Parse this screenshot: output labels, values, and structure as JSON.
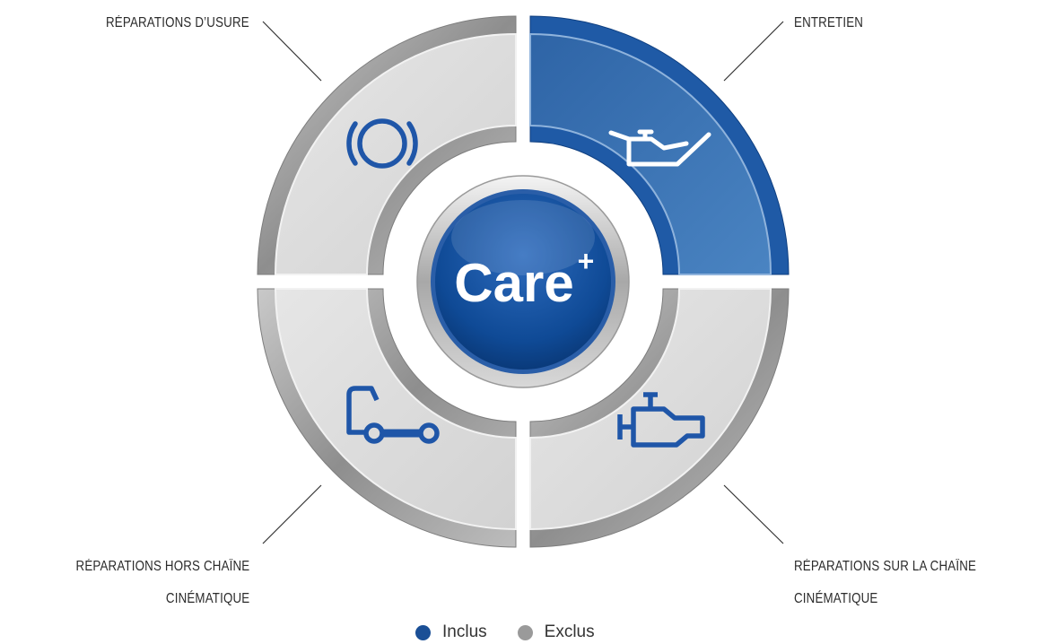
{
  "center_label": "Care",
  "center_superscript": "+",
  "segments": {
    "wear": {
      "label_line1": "RÉPARATIONS D’USURE",
      "icon": "brake-disc-icon",
      "status": "excluded"
    },
    "maintenance": {
      "label_line1": "ENTRETIEN",
      "icon": "oil-can-icon",
      "status": "included"
    },
    "non_driveline": {
      "label_line1": "RÉPARATIONS HORS CHAÎNE",
      "label_line2": "CINÉMATIQUE",
      "icon": "truck-chassis-icon",
      "status": "excluded"
    },
    "driveline": {
      "label_line1": "RÉPARATIONS SUR LA CHAÎNE",
      "label_line2": "CINÉMATIQUE",
      "icon": "engine-icon",
      "status": "excluded"
    }
  },
  "legend": {
    "included_label": "Inclus",
    "excluded_label": "Exclus"
  },
  "colors": {
    "included": "#1a4f96",
    "excluded": "#9a9a9a",
    "icon_blue": "#1f56a8",
    "segment_grey": "#dcdcdc",
    "segment_blue": "#3a73b3"
  }
}
